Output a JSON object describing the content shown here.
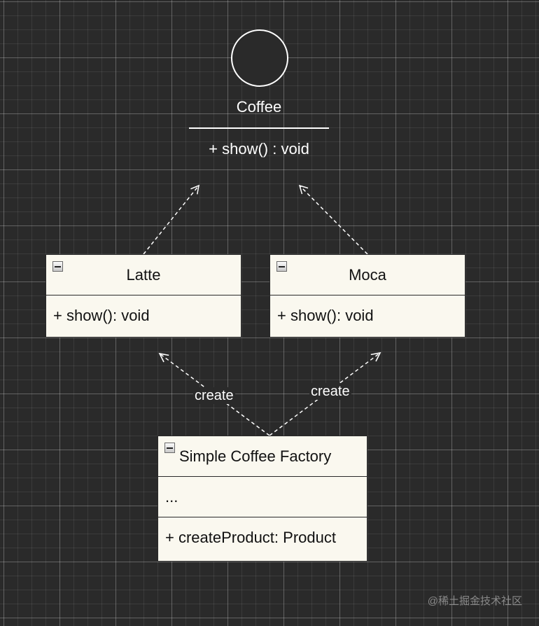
{
  "interface": {
    "name": "Coffee",
    "operation": "+ show() : void"
  },
  "classes": {
    "latte": {
      "name": "Latte",
      "operation": "+ show(): void"
    },
    "moca": {
      "name": "Moca",
      "operation": "+ show(): void"
    },
    "factory": {
      "name": "Simple Coffee Factory",
      "attributes": "...",
      "operation": "+ createProduct: Product"
    }
  },
  "edges": {
    "factory_to_latte_label": "create",
    "factory_to_moca_label": "create"
  },
  "watermark": "@稀土掘金技术社区",
  "colors": {
    "canvas_background": "#2a2a2a",
    "class_fill": "#faf8ef",
    "line_color": "#ffffff"
  }
}
